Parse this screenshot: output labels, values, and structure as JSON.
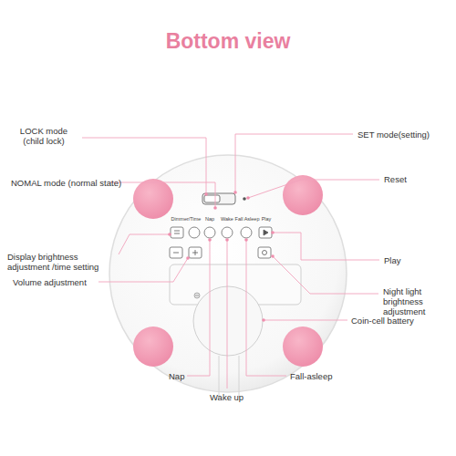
{
  "diagram": {
    "title": "Bottom view",
    "labels": [
      "LOCK mode (child lock)",
      "NOMAL mode (normal state)",
      "SET mode(setting)",
      "Reset",
      "Dimmer/Time",
      "Nap",
      "Wake",
      "Fall Asleep",
      "Play",
      "Display brightness adjustment /time setting",
      "Volume adjustment",
      "Play",
      "Night light brightness adjustment",
      "Coin-cell battery",
      "Nap",
      "Wake up",
      "Fall-asleep"
    ]
  }
}
